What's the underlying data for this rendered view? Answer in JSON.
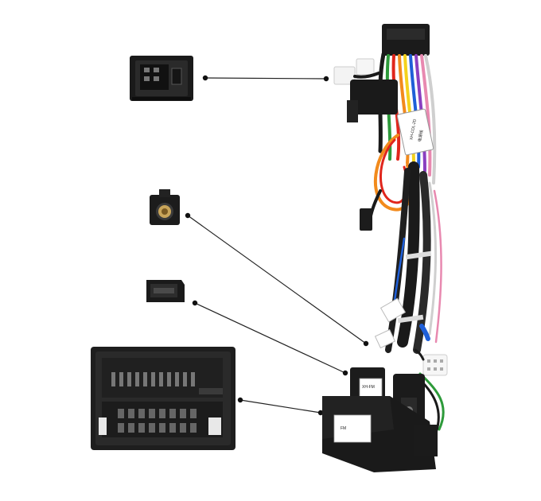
{
  "scene": {
    "background": "#ffffff",
    "subject": "car stereo wiring harness with adapter connectors",
    "wire_colors": [
      "#e0261c",
      "#f28a1c",
      "#f4d21c",
      "#2d9a3a",
      "#1f5fd8",
      "#8a3fc0",
      "#e889b0",
      "#b06a28",
      "#cfcfcf",
      "#1a1a1a",
      "#ffffff"
    ],
    "connector_color": "#1c1c1c",
    "callout_count": 4
  },
  "labels": {
    "tag_top": "XH-CDL-2D",
    "tag_mid": "XH-FM",
    "tag_box": "FM",
    "tag_cn": "电源线"
  }
}
